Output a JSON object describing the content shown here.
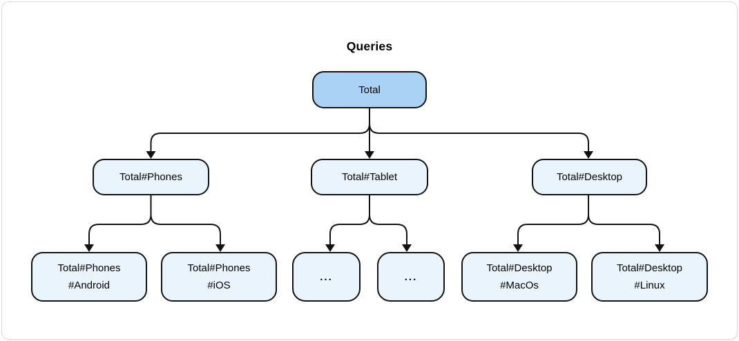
{
  "title": "Queries",
  "colors": {
    "background": "#ffffff",
    "frame_border": "#dcdcdc",
    "root_fill": "#a9d2f4",
    "node_fill": "#e9f4fc",
    "border": "#121212",
    "connector": "#121212",
    "text": "#000000"
  },
  "tree": {
    "root": {
      "label": "Total"
    },
    "level2": [
      {
        "label": "Total#Phones"
      },
      {
        "label": "Total#Tablet"
      },
      {
        "label": "Total#Desktop"
      }
    ],
    "level3": [
      {
        "line1": "Total#Phones",
        "line2": "#Android"
      },
      {
        "line1": "Total#Phones",
        "line2": "#iOS"
      },
      {
        "line1": "..."
      },
      {
        "line1": "..."
      },
      {
        "line1": "Total#Desktop",
        "line2": "#MacOs"
      },
      {
        "line1": "Total#Desktop",
        "line2": "#Linux"
      }
    ]
  }
}
